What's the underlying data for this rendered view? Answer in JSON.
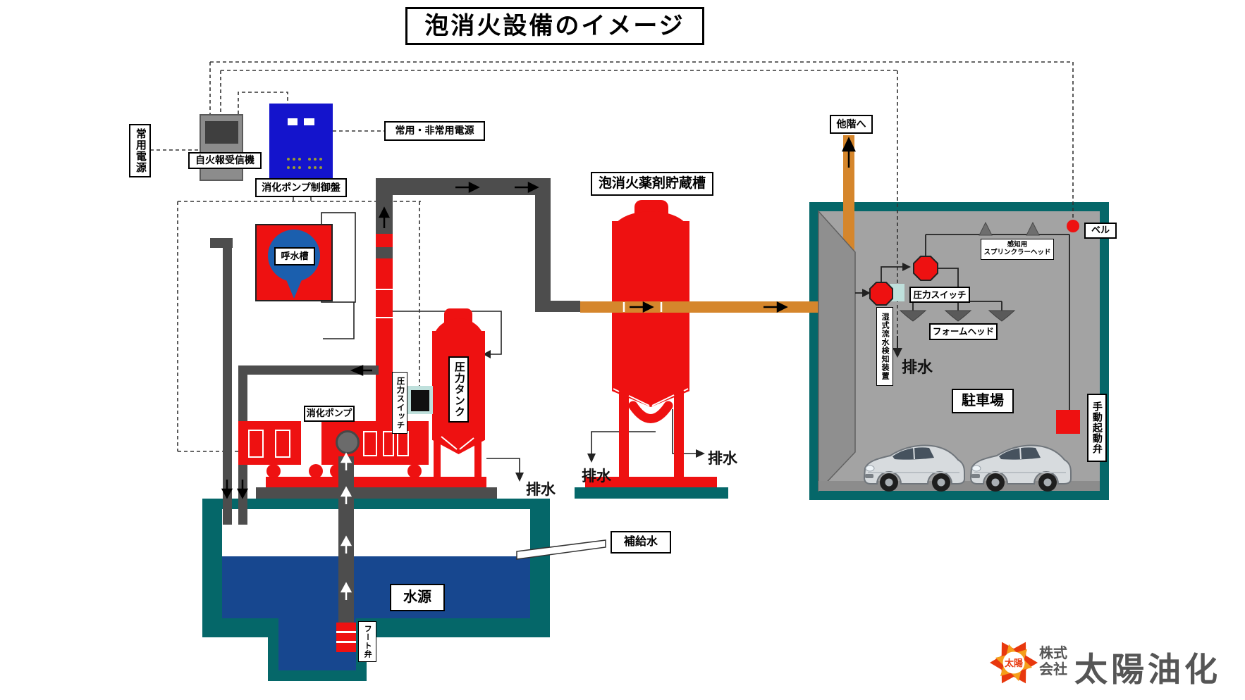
{
  "title": "泡消火設備のイメージ",
  "colors": {
    "red": "#EE1111",
    "panel_blue": "#1414CC",
    "pin_blue": "#1B5FAE",
    "water_blue": "#17478F",
    "teal": "#056769",
    "orange": "#D5862C",
    "pipe_gray": "#4D4D4D",
    "room_gray": "#A3A3A3"
  },
  "power": {
    "normal_power": "常用電源",
    "fire_alarm_receiver": "自火報受信機",
    "normal_emergency_power": "常用・非常用電源",
    "pump_control_panel": "消化ポンプ制御盤"
  },
  "pump_unit": {
    "priming_tank": "呼水槽",
    "pressure_switch": "圧力スイッチ",
    "pressure_tank": "圧力タンク",
    "fire_pump": "消化ポンプ",
    "drain": "排水"
  },
  "foam_tank": {
    "label": "泡消火薬剤貯蔵槽",
    "drain_left": "排水",
    "drain_right": "排水"
  },
  "water_source": {
    "supply_water": "補給水",
    "source": "水源",
    "foot_valve": "フート弁"
  },
  "parking_room": {
    "to_other_floor": "他階へ",
    "bell": "ベル",
    "sensing_sprinkler_head_line1": "感知用",
    "sensing_sprinkler_head_line2": "スプリンクラーヘッド",
    "pressure_switch": "圧力スイッチ",
    "foam_head": "フォームヘッド",
    "wet_flow_detector": "湿式流水検知装置",
    "drain": "排水",
    "parking_lot": "駐車場",
    "manual_start_valve": "手動起動弁"
  },
  "logo": {
    "prefix_line1": "株式",
    "prefix_line2": "会社",
    "company": "太陽油化",
    "mark": "太陽"
  }
}
